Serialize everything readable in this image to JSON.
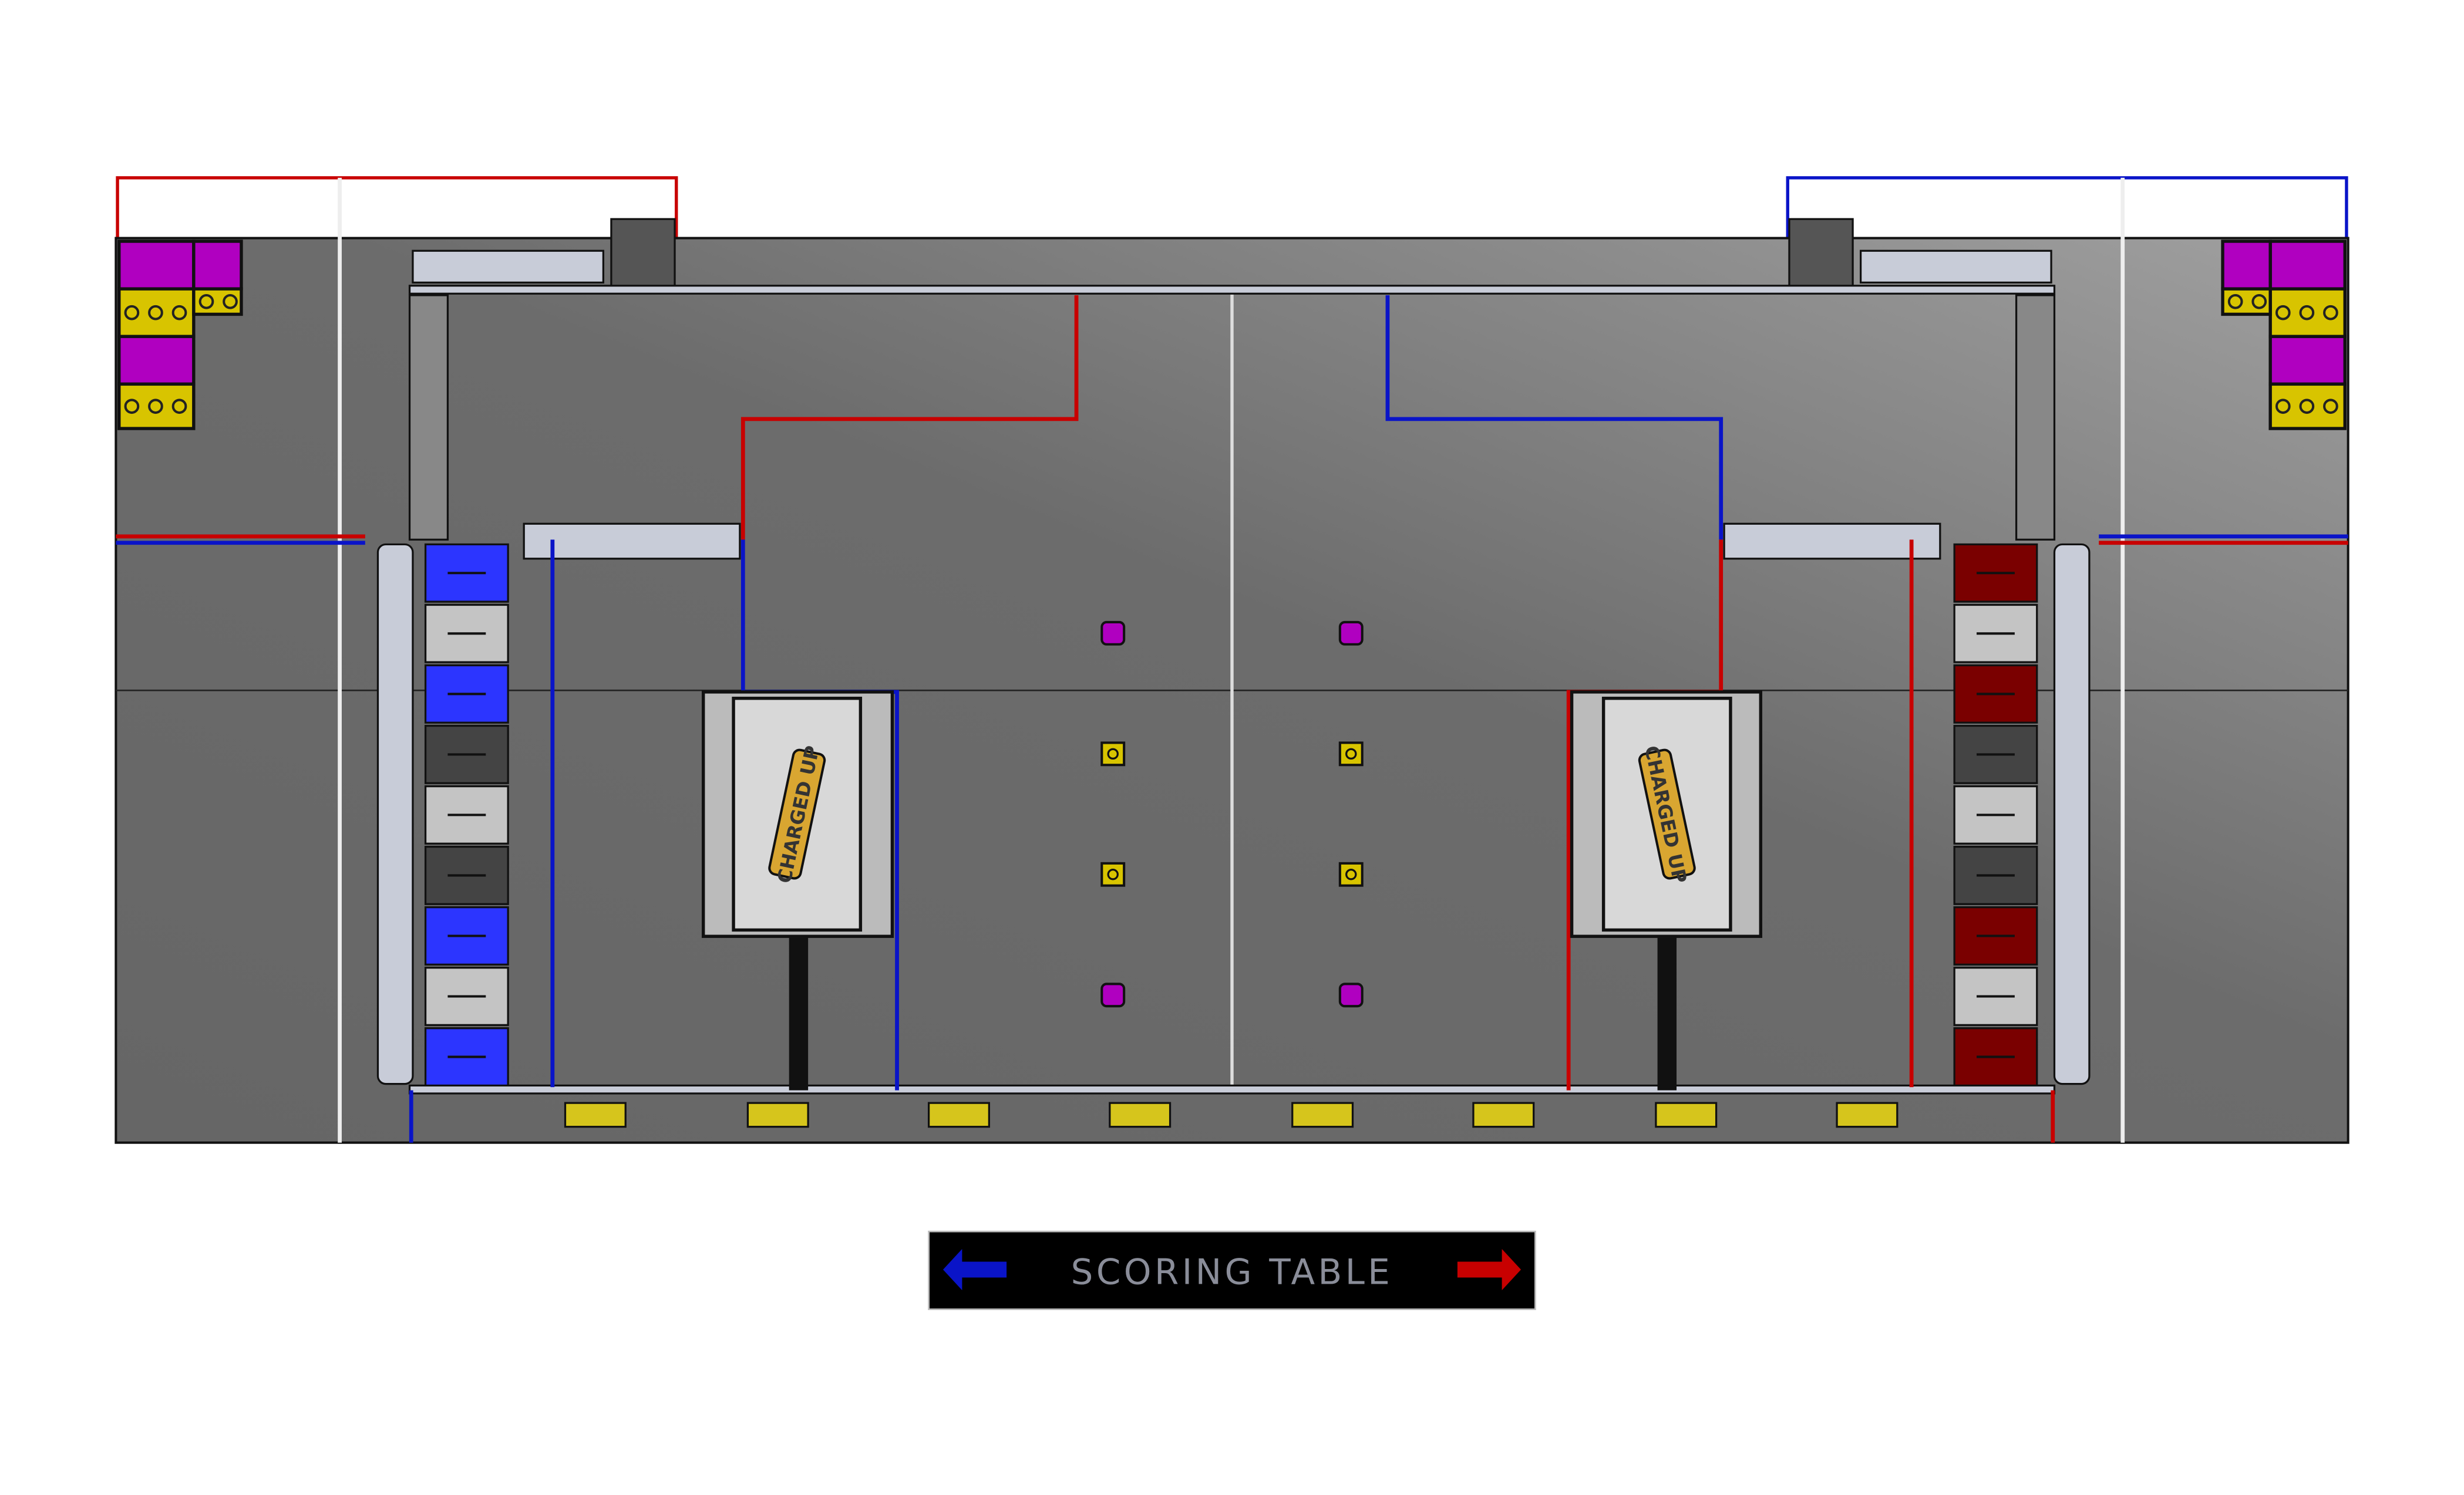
{
  "scoring_table": {
    "label": "SCORING TABLE",
    "left_arrow": "arrow-left-icon",
    "right_arrow": "arrow-right-icon"
  },
  "charge_stations": [
    {
      "logo": "CHARGED UP"
    },
    {
      "logo": "CHARGED UP"
    }
  ],
  "colors": {
    "blue": "#0a14c8",
    "red": "#c80000",
    "blue_node": "#2c35ff",
    "red_node": "#7a0000",
    "cube": "#b000c0",
    "cone": "#d8c400",
    "carpet": "#6a6a6a",
    "marker": "#d6c51c"
  },
  "grid_nodes": {
    "left": [
      "blue",
      "gray",
      "blue",
      "dark",
      "gray",
      "dark",
      "blue",
      "gray",
      "blue"
    ],
    "right": [
      "red",
      "gray",
      "red",
      "dark",
      "gray",
      "dark",
      "red",
      "gray",
      "red"
    ]
  },
  "staged_pieces": [
    "cube",
    "cone",
    "cone",
    "cube"
  ]
}
